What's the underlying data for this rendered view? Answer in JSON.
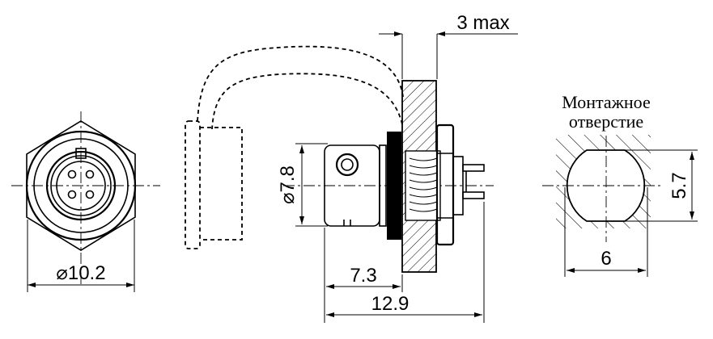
{
  "dimensions": {
    "front_diameter": "⌀10.2",
    "body_diameter": "⌀7.8",
    "length_flange": "7.3",
    "length_total": "12.9",
    "panel_max": "3 max",
    "hole_width": "6",
    "hole_height": "5.7"
  },
  "mounting_hole": {
    "label_line1": "Монтажное",
    "label_line2": "отверстие"
  }
}
